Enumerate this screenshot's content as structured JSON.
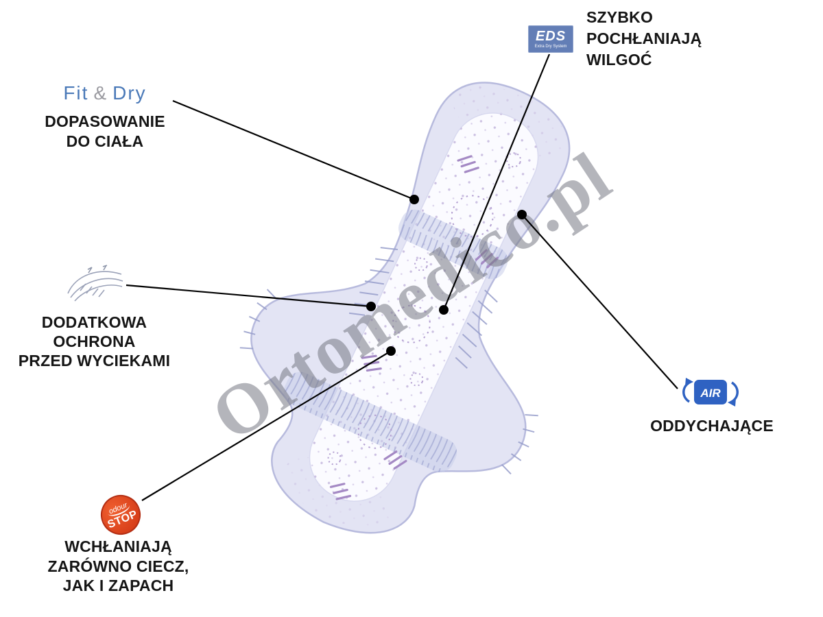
{
  "watermark": "Ortomedico.pl",
  "callouts": {
    "fit_dry": {
      "logo_fit": "Fit",
      "logo_amp": "&",
      "logo_dry": "Dry",
      "lines": [
        "DOPASOWANIE",
        "DO CIAŁA"
      ]
    },
    "eds": {
      "badge": "EDS",
      "badge_sub": "Extra Dry System",
      "lines": [
        "SZYBKO",
        "POCHŁANIAJĄ",
        "WILGOĆ"
      ]
    },
    "leak_guard": {
      "lines": [
        "DODATKOWA",
        "OCHRONA",
        "PRZED WYCIEKAMI"
      ]
    },
    "breathable": {
      "badge": "AIR",
      "label": "ODDYCHAJĄCE"
    },
    "odour_stop": {
      "badge_top": "odour",
      "badge_main": "STOP",
      "lines": [
        "WCHŁANIAJĄ",
        "ZARÓWNO CIECZ,",
        "JAK I ZAPACH"
      ]
    }
  },
  "colors": {
    "accent_blue": "#4a79b8",
    "eds_badge_blue": "#637eb6",
    "air_blue": "#2f62c2",
    "odour_red": "#d8431c",
    "pad_lavender": "#e3e4f4",
    "label_black": "#151515"
  }
}
